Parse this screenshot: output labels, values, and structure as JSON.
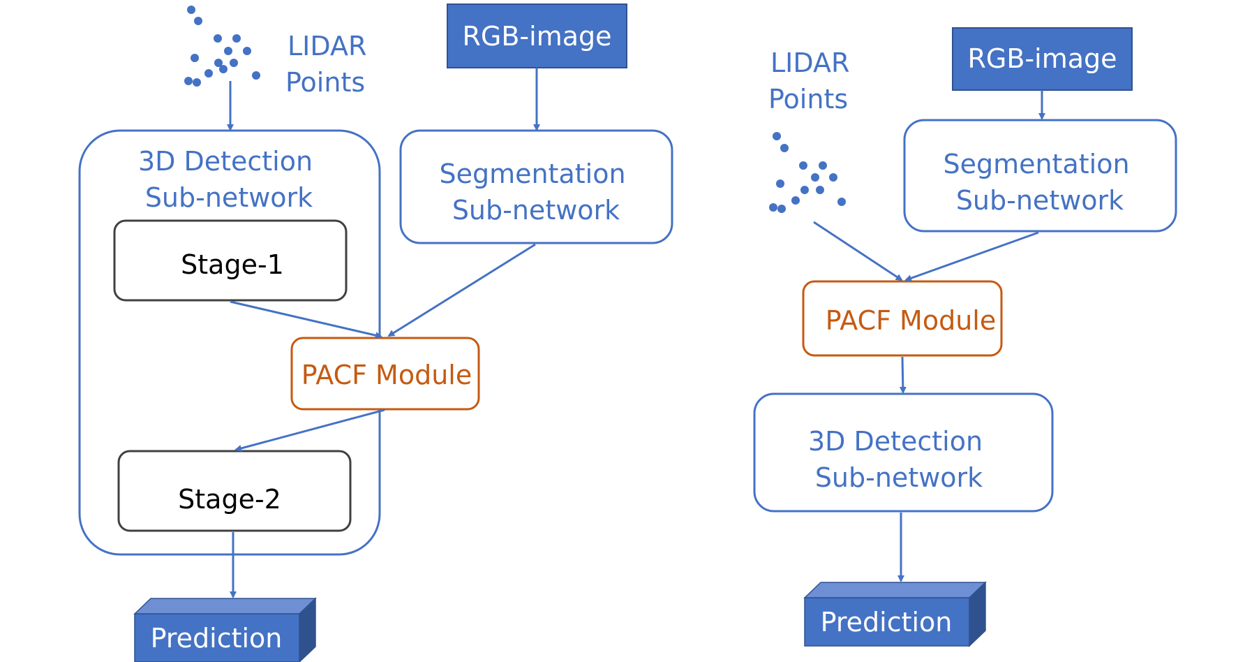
{
  "left": {
    "lidar": {
      "line1": "LIDAR",
      "line2": "Points"
    },
    "rgb": "RGB-image",
    "detection": {
      "line1": "3D Detection",
      "line2": "Sub-network"
    },
    "segmentation": {
      "line1": "Segmentation",
      "line2": "Sub-network"
    },
    "stage1": "Stage-1",
    "stage2": "Stage-2",
    "pacf": "PACF Module",
    "prediction": "Prediction"
  },
  "right": {
    "lidar": {
      "line1": "LIDAR",
      "line2": "Points"
    },
    "rgb": "RGB-image",
    "segmentation": {
      "line1": "Segmentation",
      "line2": "Sub-network"
    },
    "pacf": "PACF Module",
    "detection": {
      "line1": "3D Detection",
      "line2": "Sub-network"
    },
    "prediction": "Prediction"
  },
  "colors": {
    "blue": "#4472C4",
    "dark_blue": "#2F528F",
    "orange": "#C55A11",
    "stage_border": "#404040",
    "arrow": "#4472C4"
  }
}
